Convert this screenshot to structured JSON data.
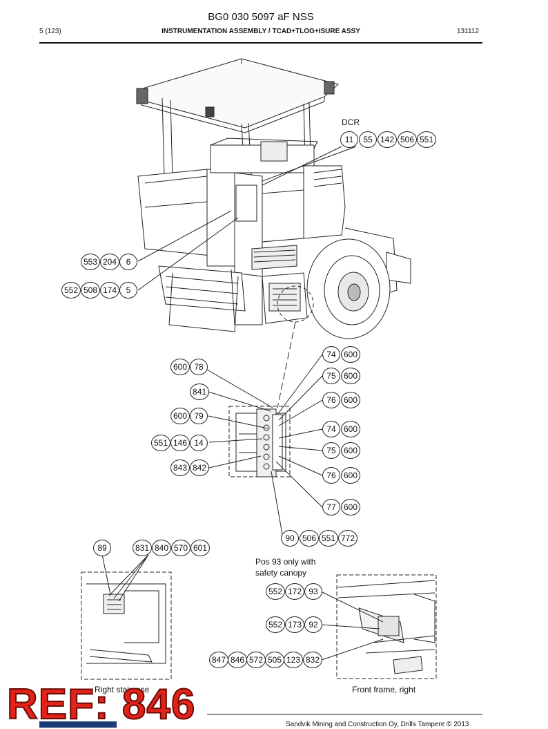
{
  "header": {
    "doc_code": "BG0 030 5097 aF NSS",
    "page": "5 (123)",
    "title": "INSTRUMENTATION ASSEMBLY / TCAD+TLOG+ISURE ASSY",
    "date": "131112"
  },
  "labels": {
    "dcr": "DCR",
    "pos93_line1": "Pos 93 only with",
    "pos93_line2": "safety canopy",
    "right_staircase": "Right staircase",
    "front_frame": "Front frame, right"
  },
  "callouts": {
    "dcr": [
      "11",
      "55",
      "142",
      "506",
      "551"
    ],
    "g553": [
      "553",
      "204",
      "6"
    ],
    "g552": [
      "552",
      "508",
      "174",
      "5"
    ],
    "g600_78": [
      "600",
      "78"
    ],
    "g841": [
      "841"
    ],
    "g600_79": [
      "600",
      "79"
    ],
    "g551": [
      "551",
      "146",
      "14"
    ],
    "g843": [
      "843",
      "842"
    ],
    "r74a": [
      "74",
      "600"
    ],
    "r75a": [
      "75",
      "600"
    ],
    "r76a": [
      "76",
      "600"
    ],
    "r74b": [
      "74",
      "600"
    ],
    "r75b": [
      "75",
      "600"
    ],
    "r76b": [
      "76",
      "600"
    ],
    "r77": [
      "77",
      "600"
    ],
    "g90": [
      "90",
      "506",
      "551",
      "772"
    ],
    "g89": [
      "89"
    ],
    "g831": [
      "831",
      "840",
      "570",
      "601"
    ],
    "g93": [
      "552",
      "172",
      "93"
    ],
    "g92": [
      "552",
      "173",
      "92"
    ],
    "g847": [
      "847",
      "846",
      "572",
      "505",
      "123",
      "832"
    ]
  },
  "stamp": {
    "text": "REF: 846"
  },
  "footer": {
    "company": "Sandvik Mining and Construction Oy, Drills Tampere © 2013"
  },
  "colors": {
    "stamp": "#e2231a",
    "logo": "#1b3a78"
  }
}
